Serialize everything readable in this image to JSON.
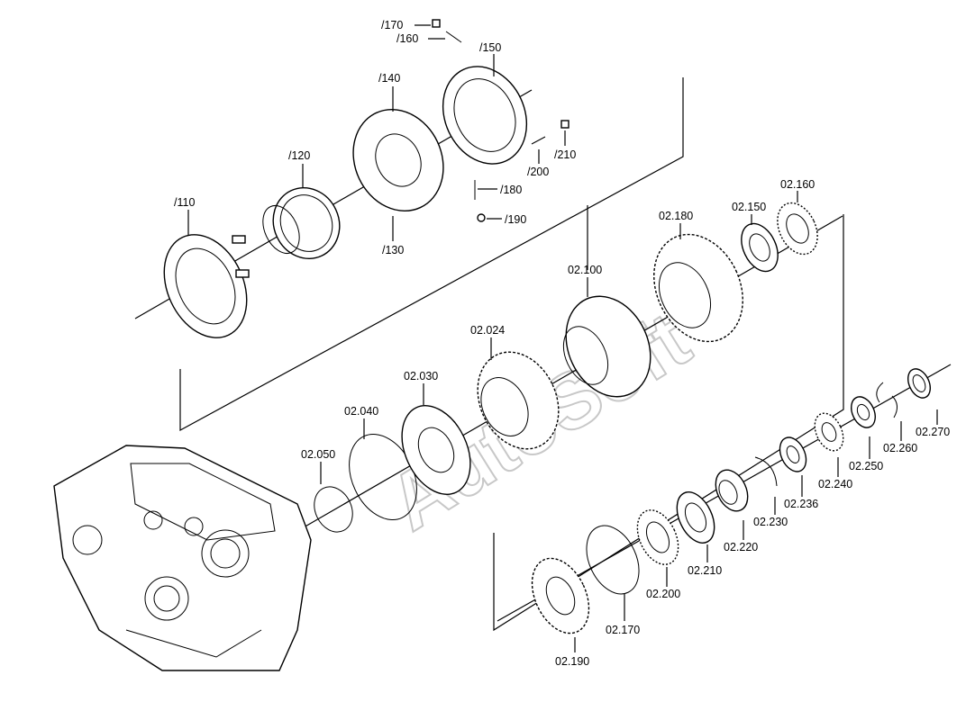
{
  "watermark": "AutoSoft",
  "labels": {
    "p170": "/170",
    "p160": "/160",
    "p150": "/150",
    "p140": "/140",
    "p120": "/120",
    "p110": "/110",
    "p130": "/130",
    "p180": "/180",
    "p190": "/190",
    "p200": "/200",
    "p210": "/210",
    "a02_160": "02.160",
    "a02_150": "02.150",
    "a02_180": "02.180",
    "a02_100": "02.100",
    "a02_024": "02.024",
    "a02_030": "02.030",
    "a02_040": "02.040",
    "a02_050": "02.050",
    "a02_270": "02.270",
    "a02_260": "02.260",
    "a02_250": "02.250",
    "a02_240": "02.240",
    "a02_236": "02.236",
    "a02_230": "02.230",
    "a02_220": "02.220",
    "a02_210": "02.210",
    "a02_200": "02.200",
    "a02_170": "02.170",
    "a02_190": "02.190"
  }
}
